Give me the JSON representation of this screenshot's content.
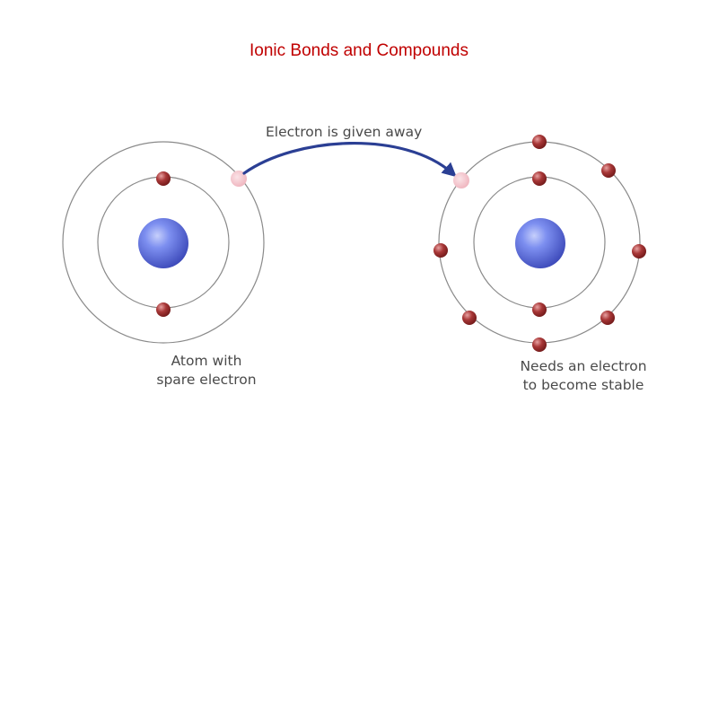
{
  "title": "Ionic Bonds and Compounds",
  "colors": {
    "title": "#c00000",
    "orbit": "#8a8a8a",
    "electron": "#9c2b2b",
    "transfer_electron": "#f2b8c0",
    "nucleus": "#5566dd",
    "arrow": "#2b3f94"
  },
  "labels": {
    "transfer": "Electron is given away",
    "left_atom_line1": "Atom with",
    "left_atom_line2": "spare electron",
    "right_atom_line1": "Needs an electron",
    "right_atom_line2": "to become stable"
  },
  "left_atom": {
    "inner_shell_electrons": 2,
    "outer_shell_electrons": 1
  },
  "right_atom": {
    "inner_shell_electrons": 2,
    "outer_shell_electrons": 7
  }
}
